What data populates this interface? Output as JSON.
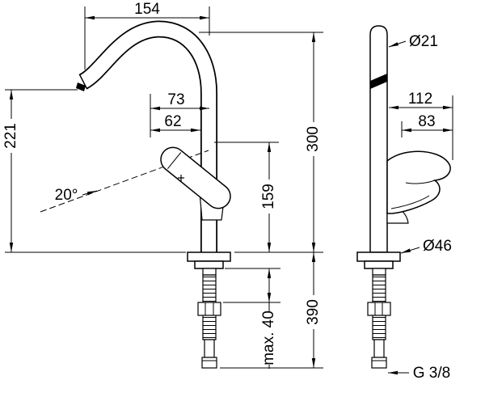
{
  "dimensions": {
    "spout_reach": "154",
    "outlet_height": "221",
    "handle_angle": "20°",
    "handle_reach_upper": "73",
    "handle_reach_lower": "62",
    "handle_height": "159",
    "total_height": "300",
    "hose_length": "390",
    "max_deck_thickness": "max. 40",
    "spout_diameter": "Ø21",
    "side_depth": "112",
    "handle_depth": "83",
    "base_diameter": "Ø46",
    "connection_thread": "G 3/8"
  }
}
